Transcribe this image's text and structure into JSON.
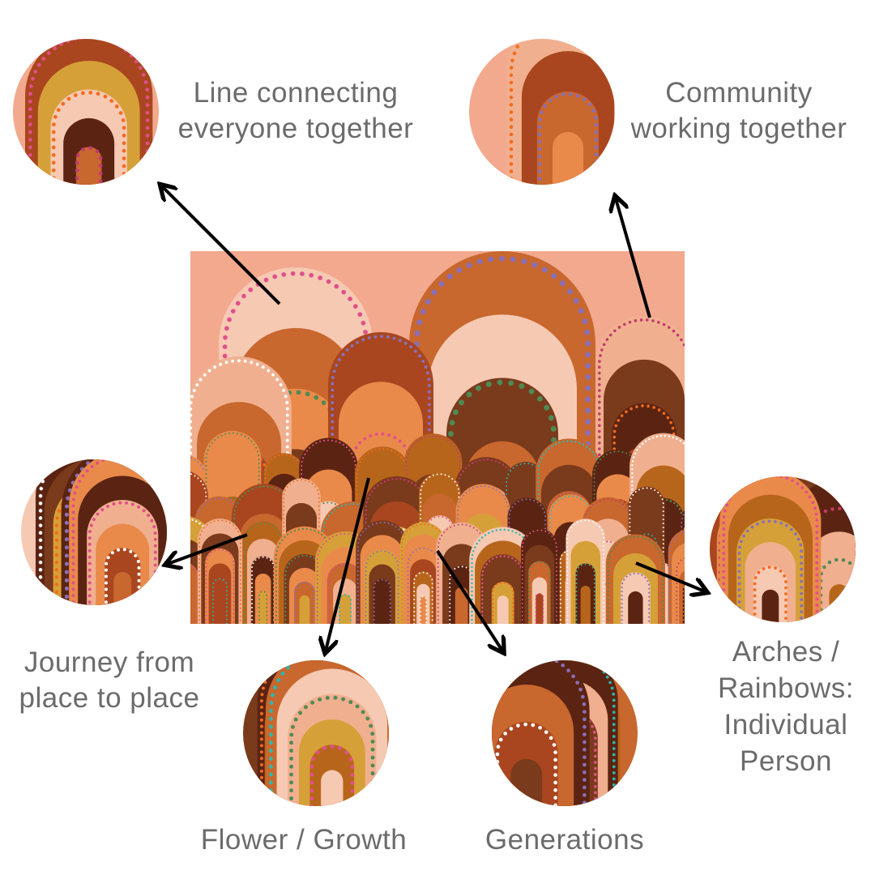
{
  "labels": {
    "line": [
      "Line connecting",
      "everyone together"
    ],
    "community": [
      "Community",
      "working together"
    ],
    "journey": [
      "Journey from",
      "place to place"
    ],
    "flower": [
      "Flower / Growth"
    ],
    "generations": [
      "Generations"
    ],
    "arches": [
      "Arches /",
      "Rainbows:",
      "Individual",
      "Person"
    ]
  },
  "colors": {
    "background_sky": "#f2a98e",
    "text": "#6b6b6b",
    "arrow": "#000000",
    "palette": [
      "#7a3a1c",
      "#a9461f",
      "#c8672e",
      "#e98a4a",
      "#f0b08f",
      "#f6c9b3",
      "#d6a038",
      "#b8651c",
      "#5b2412",
      "#e0508a",
      "#c33a6e",
      "#2fb5ad",
      "#4f8a55",
      "#ffffff",
      "#8a6fb8",
      "#f36b1f"
    ]
  }
}
